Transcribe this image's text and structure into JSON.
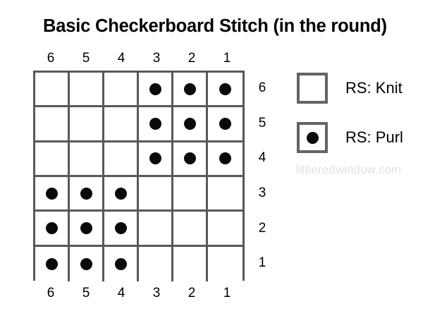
{
  "title": "Basic Checkerboard Stitch (in the round)",
  "watermark": "littleredwindow.com",
  "axis": {
    "column_labels_top": [
      "6",
      "5",
      "4",
      "3",
      "2",
      "1"
    ],
    "column_labels_bottom": [
      "6",
      "5",
      "4",
      "3",
      "2",
      "1"
    ],
    "row_labels": [
      "6",
      "5",
      "4",
      "3",
      "2",
      "1"
    ]
  },
  "legend": {
    "items": [
      {
        "symbol": "empty-square",
        "label": "RS: Knit"
      },
      {
        "symbol": "square-with-dot",
        "label": "RS: Purl"
      }
    ]
  },
  "colors": {
    "grid_line": "#585858",
    "legend_border": "#636363",
    "dot": "#0a0a0a",
    "background": "#ffffff",
    "watermark": "#e2e2e2",
    "text": "#000000"
  },
  "chart_data": {
    "type": "heatmap",
    "title": "Basic Checkerboard Stitch (in the round)",
    "xlabel": "",
    "ylabel": "",
    "columns": 6,
    "rows": 6,
    "x": [
      "6",
      "5",
      "4",
      "3",
      "2",
      "1"
    ],
    "y": [
      "6",
      "5",
      "4",
      "3",
      "2",
      "1"
    ],
    "symbols": {
      "0": "RS: Knit",
      "1": "RS: Purl"
    },
    "legend_position": "right",
    "grid": true,
    "note": "Rows listed top (row 6) to bottom (row 1); columns listed left (col 6) to right (col 1). 1 = purl dot, 0 = knit (empty).",
    "values": [
      [
        0,
        0,
        0,
        1,
        1,
        1
      ],
      [
        0,
        0,
        0,
        1,
        1,
        1
      ],
      [
        0,
        0,
        0,
        1,
        1,
        1
      ],
      [
        1,
        1,
        1,
        0,
        0,
        0
      ],
      [
        1,
        1,
        1,
        0,
        0,
        0
      ],
      [
        1,
        1,
        1,
        0,
        0,
        0
      ]
    ],
    "rows_data": [
      {
        "row": "6",
        "cells": [
          0,
          0,
          0,
          1,
          1,
          1
        ]
      },
      {
        "row": "5",
        "cells": [
          0,
          0,
          0,
          1,
          1,
          1
        ]
      },
      {
        "row": "4",
        "cells": [
          0,
          0,
          0,
          1,
          1,
          1
        ]
      },
      {
        "row": "3",
        "cells": [
          1,
          1,
          1,
          0,
          0,
          0
        ]
      },
      {
        "row": "2",
        "cells": [
          1,
          1,
          1,
          0,
          0,
          0
        ]
      },
      {
        "row": "1",
        "cells": [
          1,
          1,
          1,
          0,
          0,
          0
        ]
      }
    ]
  }
}
